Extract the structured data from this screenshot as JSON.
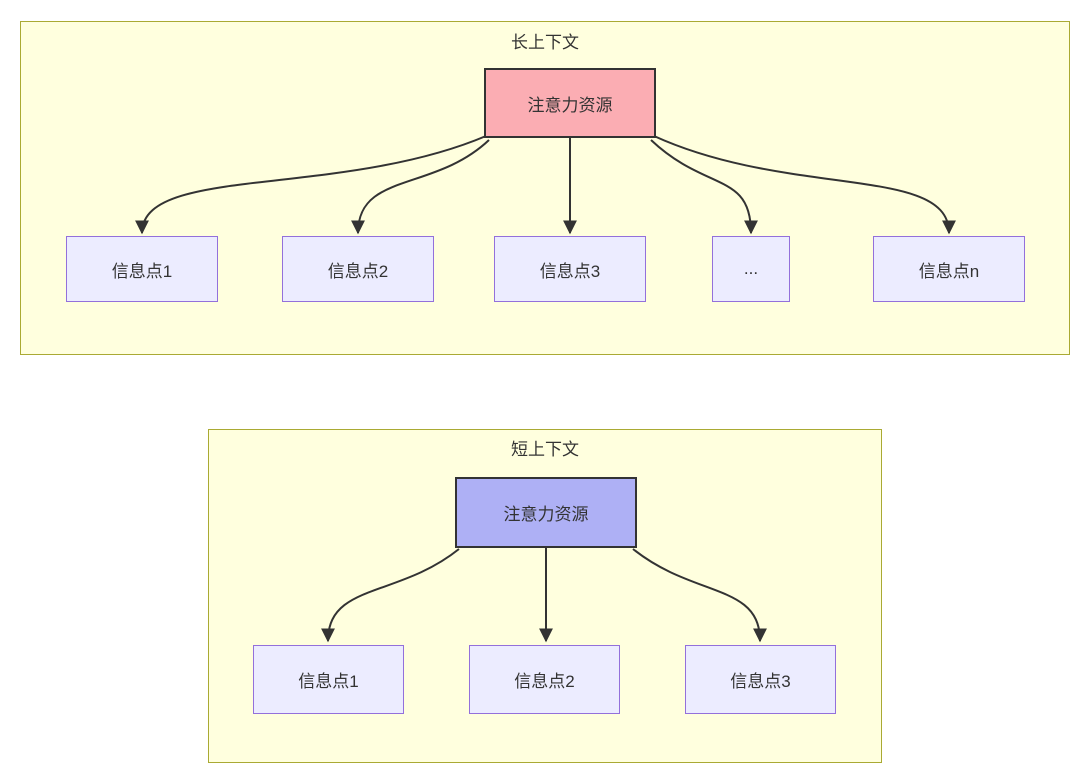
{
  "long_context": {
    "title": "长上下文",
    "attention_label": "注意力资源",
    "attention_fill": "#fbadb3",
    "items": [
      "信息点1",
      "信息点2",
      "信息点3",
      "...",
      "信息点n"
    ]
  },
  "short_context": {
    "title": "短上下文",
    "attention_label": "注意力资源",
    "attention_fill": "#aeb0f5",
    "items": [
      "信息点1",
      "信息点2",
      "信息点3"
    ]
  },
  "colors": {
    "page_background": "#ffffff",
    "container_fill": "#ffffde",
    "container_border": "#aaaa33",
    "info_node_fill": "#ececff",
    "info_node_border": "#9370db",
    "attention_border": "#333333",
    "arrow": "#333333",
    "text": "#333333"
  }
}
